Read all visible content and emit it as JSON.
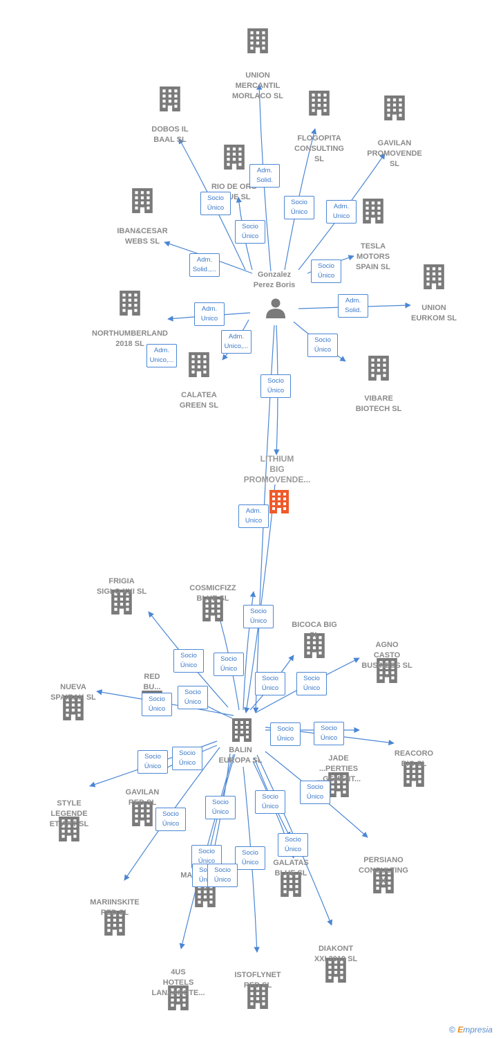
{
  "colors": {
    "edge": "#4a86d4",
    "building": "#7a7a7a",
    "building_main": "#ee5a2a",
    "person": "#7a7a7a"
  },
  "center_person": {
    "label": "Gonzalez\nPerez Boris"
  },
  "main_company": {
    "label": "LITHIUM\nBIG\nPROMOVENDE..."
  },
  "hub_company": {
    "label": "BALIN\nEUROPA SL"
  },
  "nodes": [
    {
      "id": "union-mercantil",
      "label": "UNION\nMERCANTIL\nMORLACO  SL"
    },
    {
      "id": "dobos",
      "label": "DOBOS IL\nBAAL  SL"
    },
    {
      "id": "flogopita",
      "label": "FLOGOPITA\nCONSULTING\nSL"
    },
    {
      "id": "gavilan-promovende",
      "label": "GAVILAN\nPROMOVENDE\nSL"
    },
    {
      "id": "rio-de-oro",
      "label": "RIO DE ORO\nBLUE  SL"
    },
    {
      "id": "ibancesar",
      "label": "IBAN&CESAR\nWEBS  SL"
    },
    {
      "id": "tesla",
      "label": "TESLA\nMOTORS\nSPAIN  SL"
    },
    {
      "id": "union-eurkom",
      "label": "UNION\nEURKOM  SL"
    },
    {
      "id": "northumberland",
      "label": "NORTHUMBERLAND\n2018  SL"
    },
    {
      "id": "calatea",
      "label": "CALATEA\nGREEN  SL"
    },
    {
      "id": "vibare",
      "label": "VIBARE\nBIOTECH SL"
    },
    {
      "id": "frigia",
      "label": "FRIGIA\nSIGLO XXI  SL"
    },
    {
      "id": "cosmicfizz",
      "label": "COSMICFIZZ\nBLUE  SL"
    },
    {
      "id": "bicoca",
      "label": "BICOCA BIG\nSL"
    },
    {
      "id": "agno",
      "label": "AGNO\nCASTO\nBUSINESS  SL"
    },
    {
      "id": "nueva-spairak",
      "label": "NUEVA\nSPAIRAK  SL"
    },
    {
      "id": "red-business",
      "label": "RED\nBU...\nBL..."
    },
    {
      "id": "reacoro",
      "label": "REACORO\nBIG  SL"
    },
    {
      "id": "jade",
      "label": "JADE\n...PERTIES\n...GEMENT..."
    },
    {
      "id": "style-legende",
      "label": "STYLE\nLEGENDE\nET ART  SL"
    },
    {
      "id": "gavilan-red",
      "label": "GAVILAN\nRED  SL"
    },
    {
      "id": "persiano",
      "label": "PERSIANO\nCONSULTING\nSL"
    },
    {
      "id": "galatas",
      "label": "GALATAS\nBLUE  SL"
    },
    {
      "id": "marinskite-sl",
      "label": "MARIINSKITE\nSL"
    },
    {
      "id": "marinskite-red",
      "label": "MARIINSKITE\nRED  SL"
    },
    {
      "id": "diakont",
      "label": "DIAKONT\nXXI 2019  SL"
    },
    {
      "id": "4us",
      "label": "4US\nHOTELS\nLANZAROTE..."
    },
    {
      "id": "istoflynet",
      "label": "ISTOFLYNET\nRED  SL"
    }
  ],
  "edge_labels": [
    "Adm.\nSolid.",
    "Socio\nÚnico",
    "Socio\nÚnico",
    "Adm.\nUnico",
    "Socio\nÚnico",
    "Adm.\nSolid.,...",
    "Socio\nÚnico",
    "Adm.\nSolid.",
    "Adm.\nUnico",
    "Adm.\nUnico,...",
    "Socio\nÚnico",
    "Socio\nÚnico",
    "Adm.\nUnico",
    "Adm.\nUnico,...",
    "Socio\nÚnico",
    "Socio\nÚnico",
    "Socio\nÚnico",
    "Socio\nÚnico",
    "Socio\nÚnico",
    "Socio\nÚnico",
    "Socio\nÚnico",
    "Socio\nÚnico",
    "Socio\nÚnico",
    "Socio\nÚnico",
    "Socio\nÚnico",
    "Socio\nÚnico",
    "Socio\nÚnico",
    "Socio\nÚnico",
    "Socio\nÚnico",
    "Socio\nÚnico",
    "Socio\nÚnico",
    "Socio\nÚnico",
    "Socio\nÚnico",
    "Socio\nÚnico"
  ],
  "footer": {
    "copyright": "©",
    "brand_initial": "E",
    "brand_rest": "mpresia"
  }
}
